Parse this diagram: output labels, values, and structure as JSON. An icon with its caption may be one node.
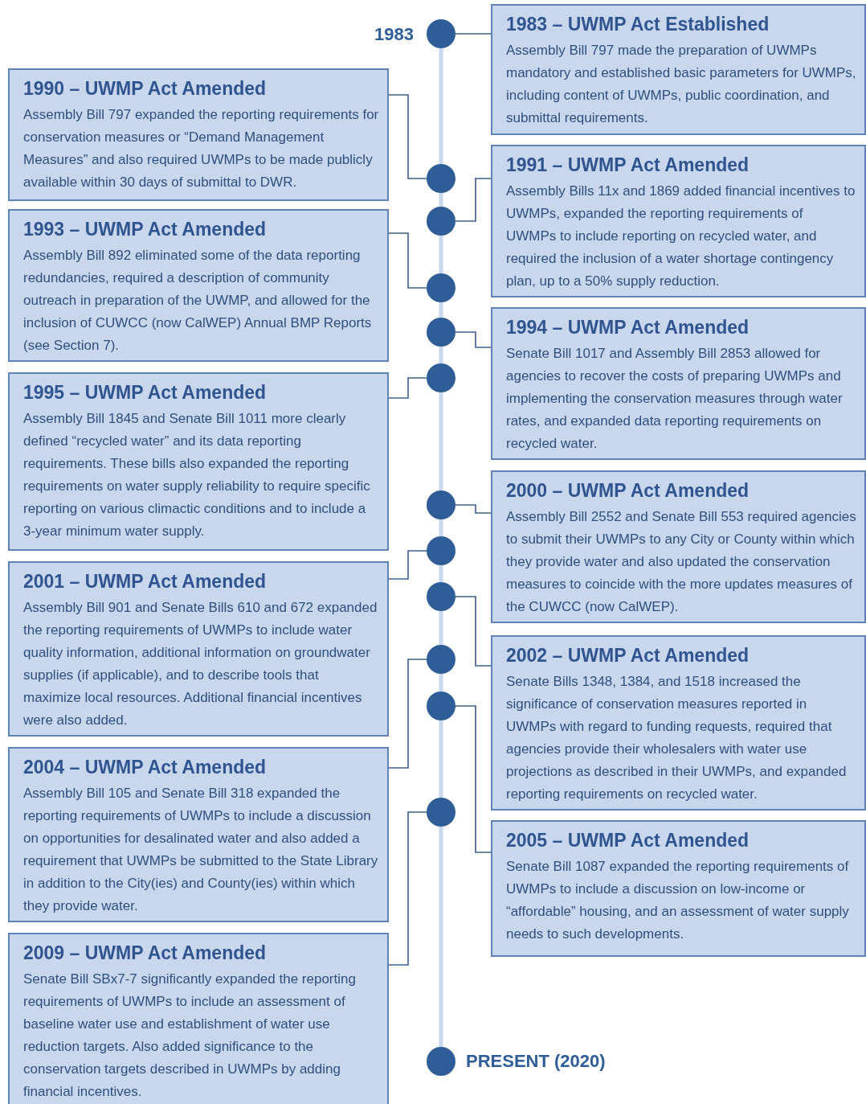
{
  "diagram": {
    "nodes": [
      {
        "text": [],
        "shape": "circle",
        "beside": [
          "1983"
        ]
      },
      {
        "text": [
          "1983 – UWMP Act Established",
          "Assembly Bill 797 made the preparation of UWMPs mandatory and established basic parameters for UWMPs, including content of UWMPs, public coordination, and submittal requirements."
        ]
      },
      {
        "text": [],
        "shape": "circle"
      },
      {
        "text": [
          "1990 – UWMP Act Amended",
          "Assembly Bill 797 expanded the reporting requirements for conservation measures or “Demand Management Measures” and also required UWMPs to be made publicly available within 30 days of submittal to DWR."
        ]
      },
      {
        "text": [],
        "shape": "circle"
      },
      {
        "text": [
          "1991 – UWMP Act Amended",
          "Assembly Bills 11x and 1869 added financial incentives to UWMPs, expanded the reporting requirements of UWMPs to include reporting on recycled water, and required the inclusion of a water shortage contingency plan, up to a 50% supply reduction."
        ]
      },
      {
        "text": [],
        "shape": "circle"
      },
      {
        "text": [
          "1993 – UWMP Act Amended",
          "Assembly Bill 892 eliminated some of the data reporting redundancies, required a description of community outreach in preparation of the UWMP, and allowed for the inclusion of CUWCC (now CalWEP) Annual BMP Reports (see Section 7)."
        ]
      },
      {
        "text": [],
        "shape": "circle"
      },
      {
        "text": [
          "1994 – UWMP Act Amended",
          "Senate Bill 1017 and Assembly Bill 2853 allowed for agencies to recover the costs of preparing UWMPs and implementing the conservation measures through water rates, and expanded data reporting requirements on recycled water."
        ]
      },
      {
        "text": [],
        "shape": "circle"
      },
      {
        "text": [
          "1995 – UWMP Act Amended",
          "Assembly Bill 1845 and Senate Bill 1011 more clearly defined “recycled water” and its data reporting requirements. These bills also expanded the reporting requirements on water supply reliability to require specific reporting on various climactic conditions and to include a 3-year minimum water supply."
        ]
      },
      {
        "text": [],
        "shape": "circle"
      },
      {
        "text": [
          "2000 – UWMP Act Amended",
          "Assembly Bill 2552 and Senate Bill 553 required agencies to submit their UWMPs to any City or County within which they provide water and also updated the conservation measures to coincide with the more updates measures of the CUWCC (now CalWEP)."
        ]
      },
      {
        "text": [],
        "shape": "circle"
      },
      {
        "text": [
          "2001 – UWMP Act Amended",
          "Assembly Bill 901 and Senate Bills 610 and 672 expanded the reporting requirements of UWMPs to include water quality information, additional information on groundwater supplies (if applicable), and to describe tools that maximize local resources. Additional financial incentives were also added."
        ]
      },
      {
        "text": [],
        "shape": "circle"
      },
      {
        "text": [
          "2002 – UWMP Act Amended",
          "Senate Bills 1348, 1384, and 1518 increased the significance of conservation measures reported in UWMPs with regard to funding requests, required that agencies provide their wholesalers with water use projections as described in their UWMPs, and expanded reporting requirements on recycled water."
        ]
      },
      {
        "text": [],
        "shape": "circle"
      },
      {
        "text": [
          "2004 – UWMP Act Amended",
          "Assembly Bill 105 and Senate Bill 318 expanded the reporting requirements of UWMPs to include a discussion on opportunities for desalinated water and also added a requirement that UWMPs be submitted to the State Library in addition to the City(ies) and County(ies) within which they provide water."
        ]
      },
      {
        "text": [],
        "shape": "circle"
      },
      {
        "text": [
          "2005 – UWMP Act Amended",
          "Senate Bill 1087 expanded the reporting requirements of UWMPs to include a discussion on low-income or “affordable” housing, and an assessment of water supply needs to such developments."
        ]
      },
      {
        "text": [],
        "shape": "circle"
      },
      {
        "text": [
          "2009 – UWMP Act Amended",
          "Senate Bill SBx7-7 significantly expanded the reporting requirements of UWMPs to include an assessment of baseline water use and establishment of water use reduction targets. Also added significance to the conservation targets described in UWMPs by adding financial incentives."
        ]
      },
      {
        "text": [],
        "shape": "circle",
        "beside": [
          "PRESENT (2020)"
        ]
      }
    ],
    "edges": [
      {
        "from": 1,
        "to": 0,
        "arrow": "none"
      },
      {
        "from": 3,
        "to": 2,
        "arrow": "none"
      },
      {
        "from": 5,
        "to": 4,
        "arrow": "none"
      },
      {
        "from": 7,
        "to": 6,
        "arrow": "none"
      },
      {
        "from": 9,
        "to": 8,
        "arrow": "none"
      },
      {
        "from": 11,
        "to": 10,
        "arrow": "none"
      },
      {
        "from": 13,
        "to": 12,
        "arrow": "none"
      },
      {
        "from": 15,
        "to": 14,
        "arrow": "none"
      },
      {
        "from": 17,
        "to": 16,
        "arrow": "none"
      },
      {
        "from": 19,
        "to": 18,
        "arrow": "none"
      },
      {
        "from": 21,
        "to": 20,
        "arrow": "none"
      },
      {
        "from": 23,
        "to": 22,
        "arrow": "none"
      },
      {
        "from": 0,
        "to": 2,
        "arrow": "none",
        "style": "thick",
        "color": "#c9d8ec"
      },
      {
        "from": 2,
        "to": 4,
        "arrow": "none",
        "style": "thick",
        "color": "#c9d8ec"
      },
      {
        "from": 4,
        "to": 6,
        "arrow": "none",
        "style": "thick",
        "color": "#c9d8ec"
      },
      {
        "from": 6,
        "to": 8,
        "arrow": "none",
        "style": "thick",
        "color": "#c9d8ec"
      },
      {
        "from": 8,
        "to": 10,
        "arrow": "none",
        "style": "thick",
        "color": "#c9d8ec"
      },
      {
        "from": 10,
        "to": 12,
        "arrow": "none",
        "style": "thick",
        "color": "#c9d8ec"
      },
      {
        "from": 12,
        "to": 14,
        "arrow": "none",
        "style": "thick",
        "color": "#c9d8ec"
      },
      {
        "from": 14,
        "to": 16,
        "arrow": "none",
        "style": "thick",
        "color": "#c9d8ec"
      },
      {
        "from": 16,
        "to": 18,
        "arrow": "none",
        "style": "thick",
        "color": "#c9d8ec"
      },
      {
        "from": 18,
        "to": 20,
        "arrow": "none",
        "style": "thick",
        "color": "#c9d8ec"
      },
      {
        "from": 20,
        "to": 22,
        "arrow": "none",
        "style": "thick",
        "color": "#c9d8ec"
      },
      {
        "from": 22,
        "to": 24,
        "arrow": "none",
        "style": "thick",
        "color": "#c9d8ec"
      }
    ]
  }
}
